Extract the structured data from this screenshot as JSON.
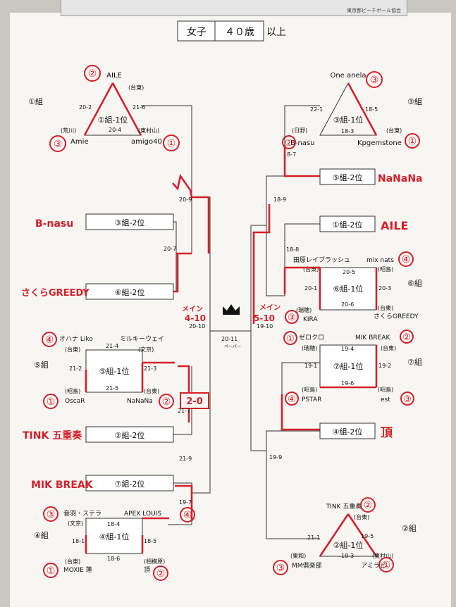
{
  "header": {
    "category": "女子",
    "age": "４０歳",
    "suffix": "以上",
    "clip_text": "東京都ビーチボール協会"
  },
  "groups": {
    "g1": {
      "label": "①組",
      "top": "AILE",
      "left": "Amie",
      "right": "amigo40",
      "top_area": "(台東)",
      "left_area": "(荒川)",
      "right_area": "(東村山)",
      "rank": "①組-1位",
      "s_tl": "20-2",
      "s_tr": "21-6",
      "s_b": "20-4",
      "m_top": "②",
      "m_left": "③",
      "m_right": "①"
    },
    "g3": {
      "label": "③組",
      "top": "One anela",
      "left": "B-nasu",
      "right": "Kpgemstone",
      "left_area": "(日野)",
      "right_area": "(台東)",
      "rank": "③組-1位",
      "s_tl": "22-1",
      "s_tr": "18-5",
      "s_b": "18-3",
      "s_l": "18-7",
      "m_top": "③",
      "m_left": "②",
      "m_right": "①"
    },
    "g5": {
      "label": "⑤組",
      "tl": "オハナ Liko",
      "tr": "ミルキーウェイ",
      "bl": "OscaR",
      "br": "NaNaNa",
      "tl_area": "(台東)",
      "tr_area": "(文京)",
      "bl_area": "(昭島)",
      "br_area": "(台東)",
      "rank": "⑤組-1位",
      "s_t": "21-4",
      "s_l": "21-2",
      "s_r": "21-3",
      "s_b": "21-5",
      "m_tl": "④",
      "m_bl": "①",
      "m_br": "②"
    },
    "g6": {
      "label": "⑥組",
      "tl": "田原レイブラッシュ",
      "tr": "mix nats",
      "bl": "KIRA",
      "br": "さくらGREEDY",
      "tl_area": "(台東)",
      "tr_area": "(昭島)",
      "bl_area": "(瑞穂)",
      "br_area": "(台東)",
      "rank": "⑥組-1位",
      "s_t": "20-5",
      "s_l": "20-1",
      "s_r": "20-3",
      "s_b": "20-6",
      "s_tl": "18-8",
      "m_tr": "④",
      "m_bl": "③"
    },
    "g7": {
      "label": "⑦組",
      "tl": "ゼロクロ",
      "tr": "MIK BREAK",
      "bl": "PSTAR",
      "br": "est",
      "tl_area": "(瑞穂)",
      "tr_area": "(台東)",
      "bl_area": "(昭島)",
      "br_area": "(昭島)",
      "rank": "⑦組-1位",
      "s_t": "19-4",
      "s_l": "19-1",
      "s_r": "19-2",
      "s_b": "19-6",
      "m_tl": "①",
      "m_tr": "②",
      "m_bl": "④",
      "m_br": "③"
    },
    "g4": {
      "label": "④組",
      "tl": "音羽・ステラ",
      "tr": "APEX LOUIS",
      "bl": "MOXIE 蓮",
      "br": "頂",
      "tl_area": "(文京)",
      "bl_area": "(台東)",
      "br_area": "(相模原)",
      "rank": "④組-1位",
      "s_t": "18-4",
      "s_l": "18-1",
      "s_r": "18-5",
      "s_b": "18-6",
      "s_tr": "19-7",
      "m_tl": "③",
      "m_tr": "④",
      "m_bl": "①",
      "m_br": "②"
    },
    "g2": {
      "label": "②組",
      "top": "TINK 五重奏",
      "left": "MM倶楽部",
      "right": "アミラビ",
      "top_area": "(台東)",
      "left_area": "(東和)",
      "right_area": "(東村山)",
      "rank": "②組-1位",
      "s_tl": "21-1",
      "s_tr": "19-5",
      "s_b": "19-3",
      "m_top": "②",
      "m_left": "③",
      "m_right": "①"
    }
  },
  "slots": {
    "g3_2": "③組-2位",
    "g6_2": "⑥組-2位",
    "g2_2": "②組-2位",
    "g7_2": "⑦組-2位",
    "g5_2": "⑤組-2位",
    "g1_2": "①組-2位",
    "g4_2": "④組-2位"
  },
  "handwritten_names": {
    "g3_2": "B-nasu",
    "g6_2": "さくらGREEDY",
    "g2_2": "TINK 五重奏",
    "g7_2": "MIK BREAK",
    "g5_2": "NaNaNa",
    "g1_2": "AILE",
    "g4_2": "頂"
  },
  "scores": {
    "l_a": "20-9",
    "l_b": "20-7",
    "l_c": "20-10",
    "l_d": "21-7",
    "l_e": "21-9",
    "r_a": "18-9",
    "r_b": "19-10",
    "r_c": "19-9",
    "final": "20-11",
    "g5_extra": "2-0"
  },
  "final": {
    "left_label": "メイン",
    "left_score": "4-10",
    "right_label": "メイン",
    "right_score": "5-10",
    "sub": "ペーパー"
  }
}
